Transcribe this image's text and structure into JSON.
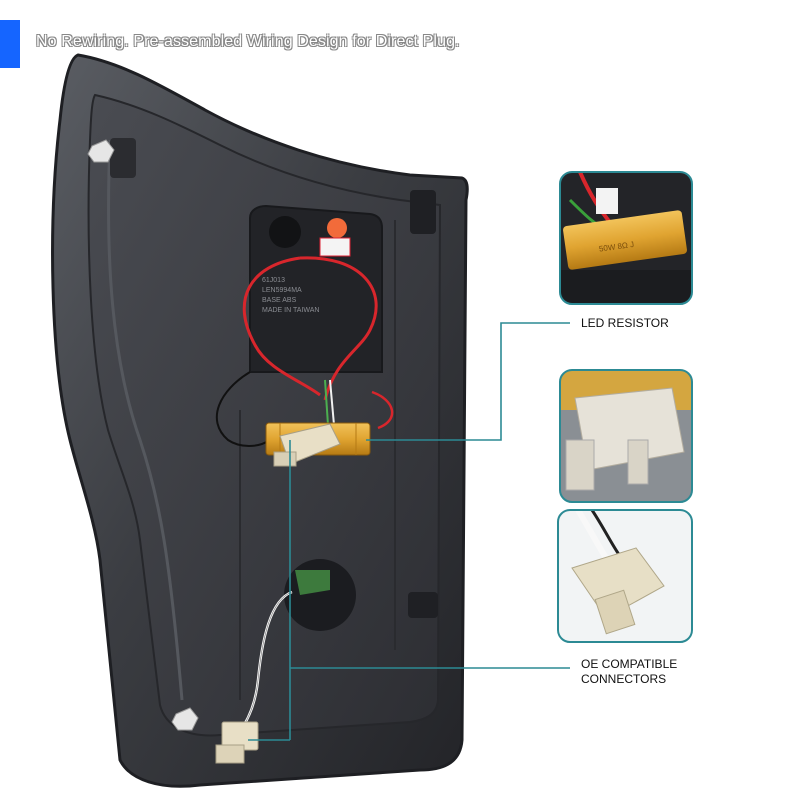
{
  "banner": {
    "text": "No Rewiring. Pre-assembled Wiring Design for Direct Plug.",
    "accent_color": "#1565ff"
  },
  "callouts": {
    "resistor_label": "LED RESISTOR",
    "connectors_label": "OE COMPATIBLE CONNECTORS"
  },
  "colors": {
    "frame": "#2c8a94",
    "housing": "#3b3d42",
    "housing_dark": "#1e1f23",
    "resistor": "#e0a431",
    "wire_red": "#d8262c",
    "connector": "#e8dfc6"
  },
  "product_stamp": {
    "line1": "61J013",
    "line2": "LEN5994MA",
    "line3": "BASE ABS",
    "line4": "MADE IN TAIWAN"
  },
  "resistor_marking": "50W 8Ω J"
}
